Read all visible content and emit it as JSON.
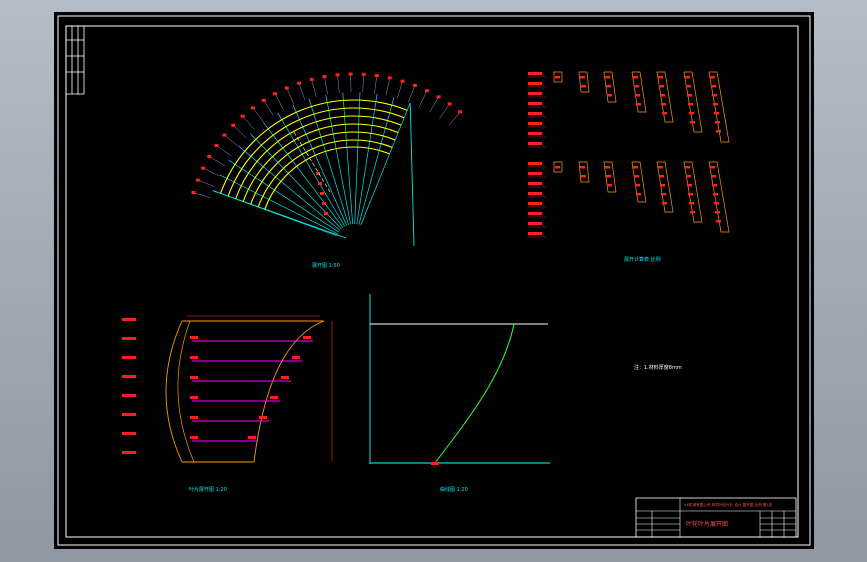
{
  "drawing": {
    "view1_caption": "展开图 1:50",
    "view2_caption": "展开计算表 比例",
    "view3_caption": "叶片展开图 1:20",
    "view4_caption": "曲线图 1:20",
    "note_text": "注：1.材料厚度8mm",
    "title_block": {
      "company": "XX机械有限公司 风机叶轮叶片 设计 展开图 比例 第1张",
      "drawing_title": "叶轮叶片展开图"
    }
  },
  "colors": {
    "background": "#000000",
    "frame": "#ffffff",
    "fan_lines": "#00e5e5",
    "arcs": "#ffff00",
    "dimensions": "#ff2020",
    "blade_outline": "#ff9900",
    "hatch": "#ff00ff",
    "curve": "#30ff30",
    "axis": "#00ffff"
  },
  "icons": [
    "compass-arc-symbol"
  ]
}
